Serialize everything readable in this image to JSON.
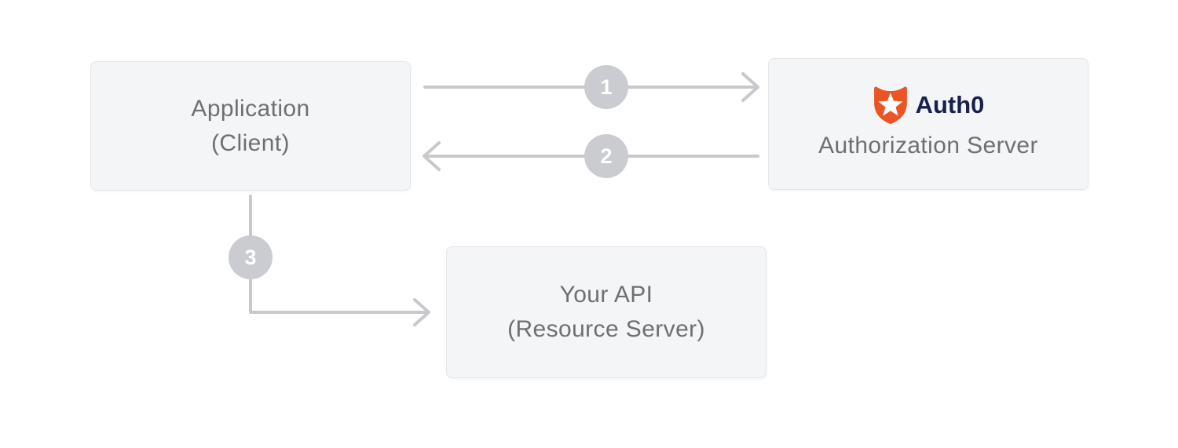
{
  "diagram": {
    "nodes": {
      "application": {
        "line1": "Application",
        "line2": "(Client)"
      },
      "authorization_server": {
        "brand": "Auth0",
        "label": "Authorization Server",
        "logo_icon": "auth0-shield-icon"
      },
      "api": {
        "line1": "Your API",
        "line2": "(Resource Server)"
      }
    },
    "steps": [
      {
        "number": "1",
        "from": "application",
        "to": "authorization_server"
      },
      {
        "number": "2",
        "from": "authorization_server",
        "to": "application"
      },
      {
        "number": "3",
        "from": "application",
        "to": "api"
      }
    ],
    "colors": {
      "background": "#ffffff",
      "box_fill": "#f4f5f7",
      "box_border": "#e4e5e8",
      "box_text": "#6e6f72",
      "arrow": "#c8c9cd",
      "badge_fill": "#cbccd1",
      "badge_text": "#ffffff",
      "brand_orange": "#eb5424",
      "brand_navy": "#16214d"
    }
  }
}
